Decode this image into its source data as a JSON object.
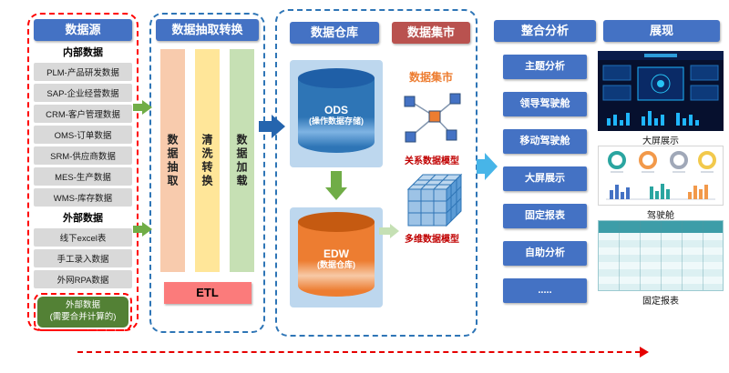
{
  "datasource": {
    "title": "数据源",
    "internal_label": "内部数据",
    "internal_items": [
      "PLM-产品研发数据",
      "SAP-企业经营数据",
      "CRM-客户管理数据",
      "OMS-订单数据",
      "SRM-供应商数据",
      "MES-生产数据",
      "WMS-库存数据"
    ],
    "external_label": "外部数据",
    "external_items": [
      "线下excel表",
      "手工录入数据",
      "外网RPA数据"
    ],
    "special_box": {
      "line1": "外部数据",
      "line2": "(需要合并计算的)"
    }
  },
  "etl": {
    "title": "数据抽取转换",
    "bars": [
      "数据抽取",
      "清洗转换",
      "数据加载"
    ],
    "footer": "ETL"
  },
  "warehouse": {
    "title": "数据仓库",
    "ods_name": "ODS",
    "ods_desc": "(操作数据存储)",
    "edw_name": "EDW",
    "edw_desc": "(数据仓库)"
  },
  "mart": {
    "title": "数据集市",
    "label": "数据集市",
    "relational_caption": "关系数据模型",
    "multidim_caption": "多维数据模型"
  },
  "analysis": {
    "title": "整合分析",
    "items": [
      "主题分析",
      "领导驾驶舱",
      "移动驾驶舱",
      "大屏展示",
      "固定报表",
      "自助分析",
      "....."
    ]
  },
  "present": {
    "title": "展现",
    "fig1_caption": "大屏展示",
    "fig2_caption": "驾驶舱",
    "fig3_caption": "固定报表"
  },
  "colors": {
    "header_blue": "#4472C4",
    "mart_header_red": "#B9524F",
    "source_border_red": "#FF0000",
    "panel_border_blue": "#2E75B6",
    "extract_bar": "#F8CBAD",
    "clean_bar": "#FFE699",
    "load_bar": "#C6E0B4",
    "etl_pink": "#FB7B7B",
    "ods_blue": "#2E75B6",
    "edw_orange": "#ED7D31",
    "arrow_green": "#70AD47",
    "arrow_cyan": "#47B5E8",
    "special_green": "#538135",
    "caption_red": "#C00000"
  }
}
